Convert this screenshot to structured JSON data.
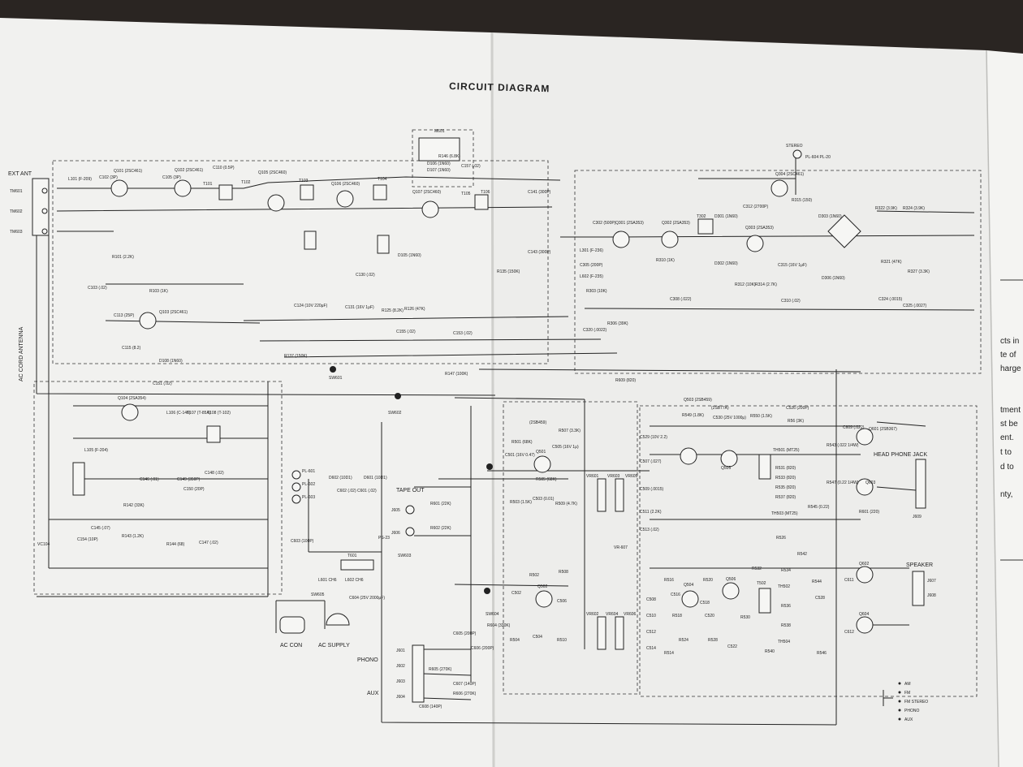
{
  "title": "CIRCUIT DIAGRAM",
  "colors": {
    "paper": "#f1f1ef",
    "ink": "#1e1e1e",
    "background": "#2a2522"
  },
  "left_edge": {
    "ext_ant": "EXT ANT",
    "tm601": "TM601",
    "tm602": "TM602",
    "tm603": "TM603",
    "ac_cord": "AC CORD ANTENNA"
  },
  "tuner_labels": [
    "L101 (F-209)",
    "C102 (3P)",
    "Q101 (2SC461)",
    "C105 (3P)",
    "Q102 (2SC461)",
    "C110 (0.5P)",
    "T101",
    "T102",
    "Q105 (2SC460)",
    "T103",
    "Q106 (2SC460)",
    "T104",
    "Q107 (2SC460)",
    "T105",
    "T106",
    "C141 (300P)",
    "C143 (300P)",
    "R135 (150K)",
    "R101 (2.2K)",
    "C103 (.02)",
    "R103 (1K)",
    "C113 (25P)",
    "Q103 (2SC461)",
    "C115 (8.2)",
    "D108 (1N60)",
    "C151 (.02)",
    "R137 (150K)",
    "SW601",
    "SW602",
    "R147 (100K)",
    "R609 (820)",
    "L105 (F-204)",
    "Q104 (2SA354)",
    "L106 (C-146)",
    "T107 (T-85A)",
    "T108 (T-102)",
    "C146 (.01)",
    "C149 (350P)",
    "C150 (20P)",
    "C148 (.02)",
    "R142 (33K)",
    "R143 (1.2K)",
    "R144 (68)",
    "C147 (.02)",
    "C145 (.07)",
    "C154 (10P)",
    "VC104",
    "C124 (10V 220μF)",
    "C131 (16V 1μF)",
    "R125 (8.2K)",
    "R126 (47K)",
    "C155 (.02)",
    "C153 (.02)",
    "D105 (1N60)",
    "C130 (.02)"
  ],
  "meter": {
    "label": "M601",
    "sub": [
      "R146 (6.8K)",
      "D106 (1N60)",
      "D107 (1N60)",
      "C157 (.02)"
    ]
  },
  "stereo": {
    "label": "STEREO",
    "lamp": "PL-604 PL-20"
  },
  "decoder_labels": [
    "C302 (500P)",
    "Q301 (2SA353)",
    "Q302 (2SA353)",
    "T302",
    "D301 (1N60)",
    "Q303 (2SA353)",
    "D302 (1N60)",
    "Q304 (2SC461)",
    "C312 (2700P)",
    "R315 (150)",
    "R322 (3.9K)",
    "R324 (3.9K)",
    "L301 (F-236)",
    "C305 (200P)",
    "L602 (F-235)",
    "R303 (10K)",
    "C320 (.0022)",
    "R306 (39K)",
    "R310 (1K)",
    "C308 (.022)",
    "R312 (10K)",
    "R314 (2.7K)",
    "C315 (16V 1μF)",
    "C310 (.02)",
    "D303 (1N60)",
    "D306 (1N60)",
    "R321 (47K)",
    "R327 (3.3K)",
    "C324 (.0015)",
    "C325 (.0027)"
  ],
  "supply": {
    "pilots": [
      "PL-601",
      "PL-602",
      "PL-603"
    ],
    "rectifier": [
      "D602 (10D1)",
      "D601 (10D1)",
      "C602 (.02)",
      "C601 (.02)"
    ],
    "c603": "C603 (100P)",
    "t601": "T601",
    "l601": "L601 CH6",
    "l602": "L602 CH6",
    "c604": "C604 (25V 2000μF)",
    "ps": "PS-23",
    "sw605": "SW605",
    "ac_con": "AC CON",
    "ac_supply": "AC SUPPLY"
  },
  "tape_out": {
    "label": "TAPE OUT",
    "j605": "J605",
    "j606": "J606",
    "r601": "R601 (22K)",
    "r602": "R602 (22K)",
    "sw603": "SW603"
  },
  "phono": {
    "phono_label": "PHONO",
    "aux_label": "AUX",
    "jacks": [
      "J601",
      "J602",
      "J603",
      "J604"
    ],
    "parts": [
      "C605 (200P)",
      "C606 (200P)",
      "R605 (270K)",
      "C607 (140P)",
      "R606 (270K)",
      "C608 (140P)",
      "R604 (330K)"
    ],
    "sw604": "SW604"
  },
  "preamp_labels": [
    "(2SB459)",
    "R501 (68K)",
    "C501 (16V 0.47)",
    "Q501",
    "C505 (16V 1μ)",
    "R505 (68K)",
    "R507 (3.3K)",
    "R503 (1.5K)",
    "C503 (0.01)",
    "R509 (4.7K)",
    "VR-607",
    "Q502",
    "R502",
    "R508",
    "C502",
    "C506",
    "R504",
    "C504",
    "R510"
  ],
  "tone_labels": [
    "C507 (.027)",
    "C509 (.0015)",
    "C511 (2.2K)",
    "C513 (.02)",
    "VR601",
    "VR603",
    "VR605",
    "C508",
    "C510",
    "C512",
    "C514",
    "R514",
    "VR602",
    "VR604",
    "VR606"
  ],
  "power_amp_labels": [
    "Q503 (2SB459)",
    "(2SB77A)",
    "R549 (1.8K)",
    "C529 (10V 2.2)",
    "C530 (25V 1000μ)",
    "R550 (1.5K)",
    "C526 (200P)",
    "R56 (3K)",
    "C609 (.022)",
    "Q601 (2SB367)",
    "TH501 (MT25)",
    "R543 (.022 1/4W)",
    "R547 (0.22 1/4W)",
    "Q603",
    "R601 (220)",
    "Q505",
    "Q504",
    "Q506",
    "T502",
    "R531 (820)",
    "R533 (820)",
    "R535 (820)",
    "R537 (820)",
    "R545 (0.22)",
    "TH503 (MT25)",
    "R516",
    "R518",
    "R520",
    "R524",
    "R526",
    "R528",
    "R530",
    "R532",
    "R534",
    "R536",
    "R538",
    "R540",
    "R542",
    "R544",
    "R546",
    "C516",
    "C518",
    "C520",
    "C522",
    "C528",
    "TH502",
    "TH504",
    "Q602",
    "Q604",
    "C611",
    "C612"
  ],
  "headphone": {
    "label": "HEAD PHONE JACK",
    "jack": "J609"
  },
  "speaker": {
    "label": "SPEAKER",
    "j607": "J607",
    "j608": "J608"
  },
  "function_switch": [
    "AM",
    "FM",
    "FM STEREO",
    "PHONO",
    "AUX"
  ],
  "next_page": [
    "cts in",
    "te of",
    "harge",
    "tment",
    "st be",
    "ent.",
    "t to",
    "d to",
    "nty,"
  ]
}
